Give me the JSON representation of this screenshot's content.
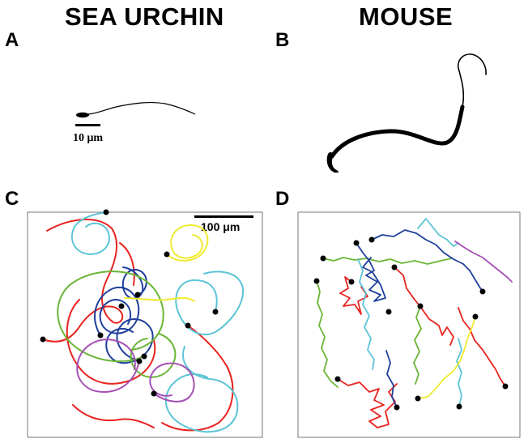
{
  "headings": {
    "left": "SEA URCHIN",
    "right": "MOUSE"
  },
  "panels": {
    "a": {
      "label": "A",
      "scale_label": "10 μm"
    },
    "b": {
      "label": "B"
    },
    "c": {
      "label": "C",
      "scale_label": "100 μm"
    },
    "d": {
      "label": "D"
    }
  },
  "colors": {
    "red": "#e8231f",
    "blue": "#1f3f9c",
    "cyan": "#5cc4d6",
    "green": "#6ab535",
    "yellow": "#f0ea30",
    "purple": "#a550b4"
  }
}
